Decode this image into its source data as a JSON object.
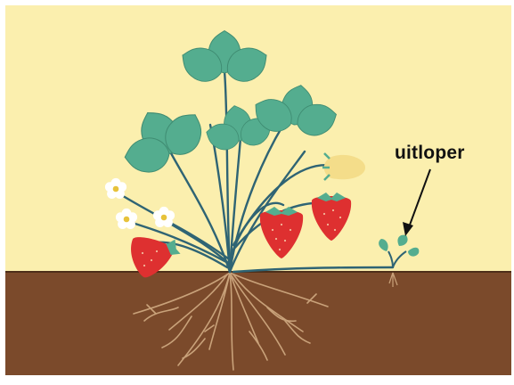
{
  "diagram": {
    "annotation_label": "uitloper",
    "colors": {
      "sky": "#fbefae",
      "soil": "#7b4a2b",
      "leaf": "#54ad8f",
      "stem": "#2f6474",
      "strawberry": "#de3030",
      "unripe_strawberry": "#f4dd8a",
      "flower_petal": "#ffffff",
      "root": "#c9a27a"
    },
    "elements": [
      "strawberry-plant",
      "leaves",
      "flowers",
      "ripe-strawberries",
      "unripe-strawberry",
      "runner",
      "runner-plantlet",
      "roots",
      "soil"
    ]
  }
}
